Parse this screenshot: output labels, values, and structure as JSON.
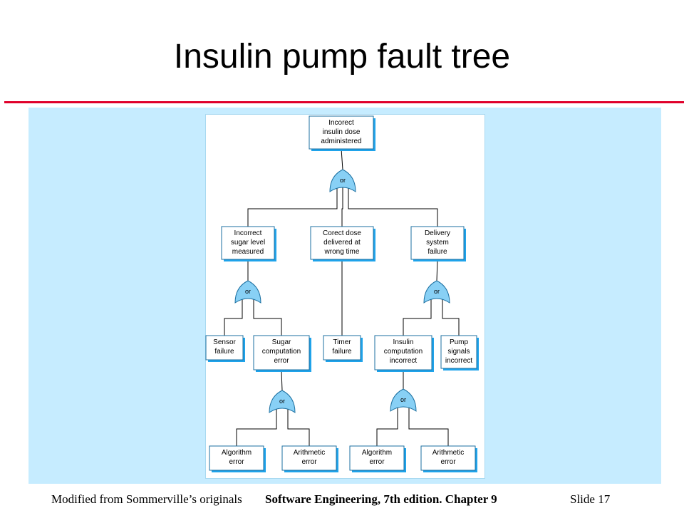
{
  "slide": {
    "title": "Insulin pump fault tree",
    "colors": {
      "rule": "#e0002a",
      "panel": "#c6ecff",
      "box_shadow": "#1fa3ea",
      "gate": "#88d0f5"
    }
  },
  "tree": {
    "nodes": {
      "root": [
        "Incorect",
        "insulin dose",
        "administered"
      ],
      "sugar_level": [
        "Incorrect",
        "sugar level",
        "measured"
      ],
      "wrong_time": [
        "Corect dose",
        "delivered at",
        "wrong time"
      ],
      "delivery": [
        "Delivery",
        "system",
        "failure"
      ],
      "sensor": [
        "Sensor",
        "failure"
      ],
      "sugar_comp": [
        "Sugar",
        "computation",
        "error"
      ],
      "timer": [
        "Timer",
        "failure"
      ],
      "insulin_comp": [
        "Insulin",
        "computation",
        "incorrect"
      ],
      "pump": [
        "Pump",
        "signals",
        "incorrect"
      ],
      "algo1": [
        "Algorithm",
        "error"
      ],
      "arith1": [
        "Arithmetic",
        "error"
      ],
      "algo2": [
        "Algorithm",
        "error"
      ],
      "arith2": [
        "Arithmetic",
        "error"
      ]
    },
    "gates": {
      "g_root": "or",
      "g_sugar": "or",
      "g_delivery": "or",
      "g_sugarcomp": "or",
      "g_insulincomp": "or"
    }
  },
  "footer": {
    "left": "Modified from Sommerville’s originals",
    "center": "Software Engineering, 7th edition. Chapter 9",
    "right": "Slide  17"
  }
}
